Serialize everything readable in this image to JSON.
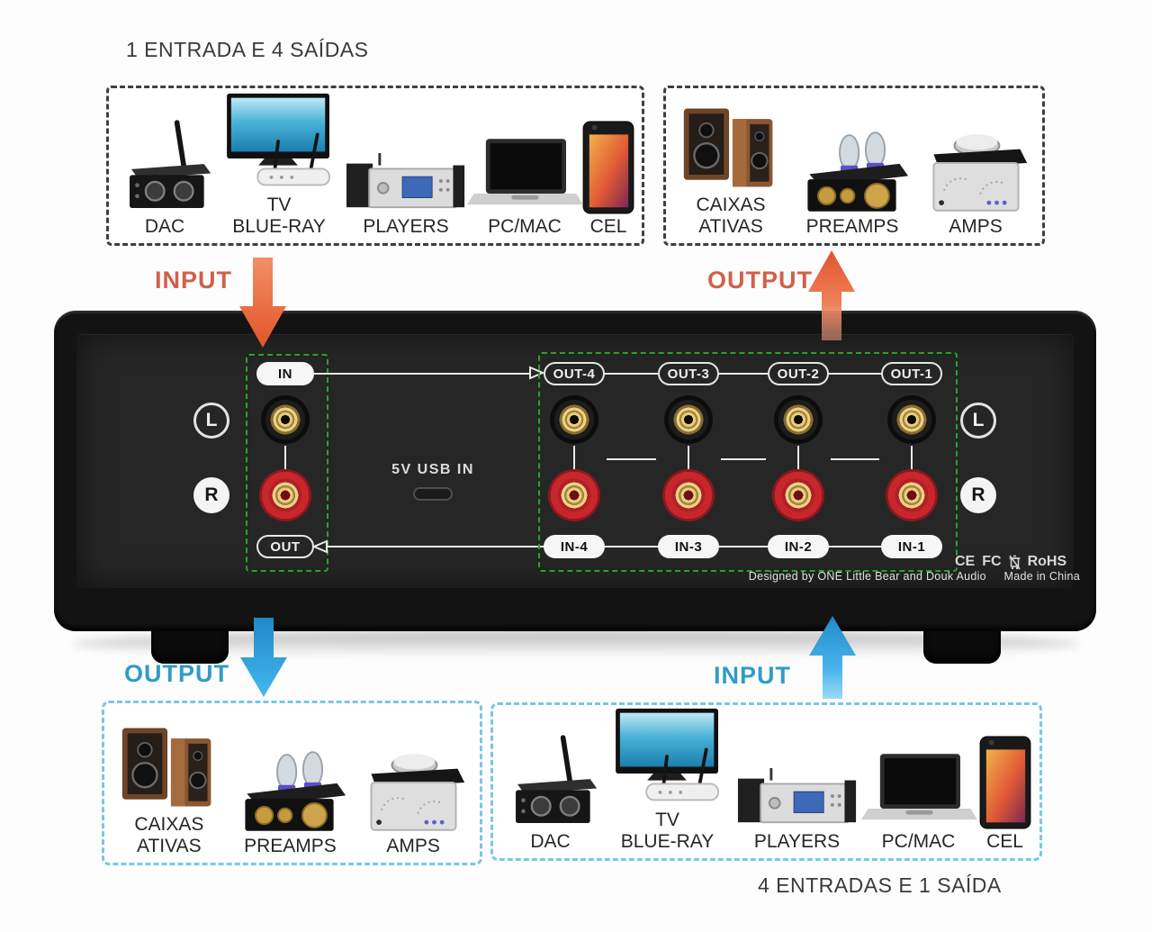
{
  "titles": {
    "top": "1 ENTRADA E 4 SAÍDAS",
    "bottom": "4 ENTRADAS E 1 SAÍDA"
  },
  "flow": {
    "top_input": "INPUT",
    "top_output": "OUTPUT",
    "bottom_output": "OUTPUT",
    "bottom_input": "INPUT"
  },
  "boxes": {
    "top_left": {
      "items": [
        {
          "label": "DAC"
        },
        {
          "label": "TV\nBLUE-RAY"
        },
        {
          "label": "PLAYERS"
        },
        {
          "label": "PC/MAC"
        },
        {
          "label": "CEL"
        }
      ]
    },
    "top_right": {
      "items": [
        {
          "label": "CAIXAS\nATIVAS"
        },
        {
          "label": "PREAMPS"
        },
        {
          "label": "AMPS"
        }
      ]
    },
    "bottom_left": {
      "items": [
        {
          "label": "CAIXAS\nATIVAS"
        },
        {
          "label": "PREAMPS"
        },
        {
          "label": "AMPS"
        }
      ]
    },
    "bottom_right": {
      "items": [
        {
          "label": "DAC"
        },
        {
          "label": "TV\nBLUE-RAY"
        },
        {
          "label": "PLAYERS"
        },
        {
          "label": "PC/MAC"
        },
        {
          "label": "CEL"
        }
      ]
    }
  },
  "device": {
    "in_label": "IN",
    "out_label": "OUT",
    "left_channel": "L",
    "right_channel": "R",
    "outputs": [
      "OUT-4",
      "OUT-3",
      "OUT-2",
      "OUT-1"
    ],
    "inputs": [
      "IN-4",
      "IN-3",
      "IN-2",
      "IN-1"
    ],
    "usb_label": "5V USB IN",
    "certs": {
      "ce": "CE",
      "fcc": "FC",
      "rohs": "RoHS"
    },
    "footer": "Designed by ONE Little Bear and Douk Audio",
    "made_in": "Made in China"
  },
  "colors": {
    "accent_orange": "#cf614a",
    "accent_blue": "#2f9bc9",
    "green_dash": "#2aa12b",
    "jack_red": "#c8262d",
    "panel": "#262626"
  }
}
